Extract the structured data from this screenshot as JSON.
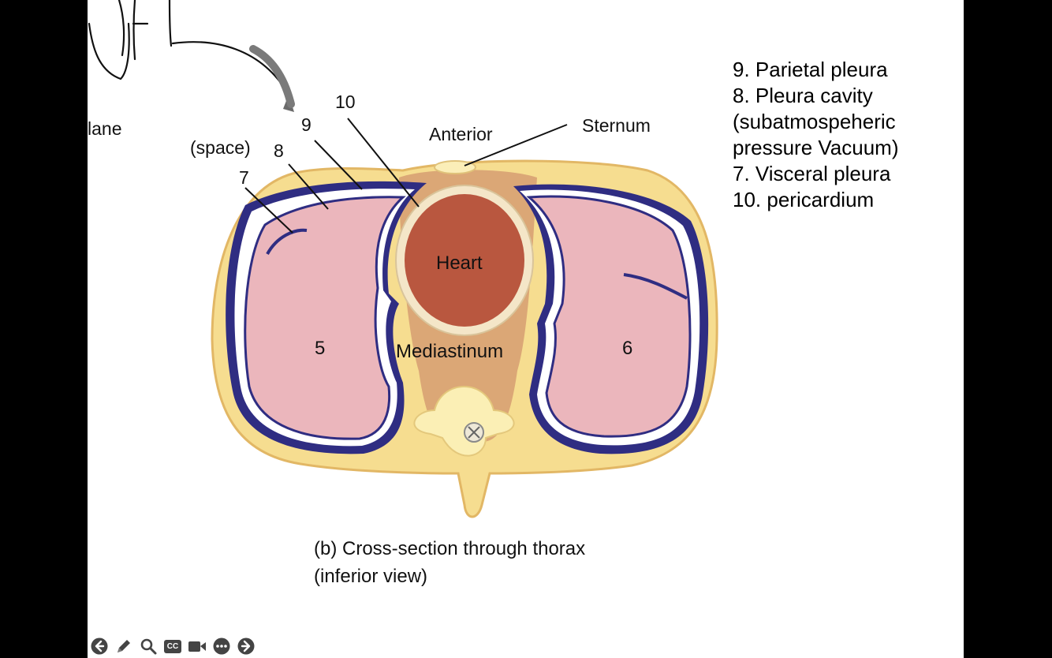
{
  "diagram": {
    "plane_label": "lane",
    "space_label": "(space)",
    "numbers": {
      "n10": "10",
      "n9": "9",
      "n8": "8",
      "n7": "7",
      "n5": "5",
      "n6": "6"
    },
    "anterior_label": "Anterior",
    "sternum_label": "Sternum",
    "heart_label": "Heart",
    "mediastinum_label": "Mediastinum",
    "caption_line1": "(b) Cross-section through thorax",
    "caption_line2": "(inferior view)"
  },
  "legend": {
    "items": [
      "9. Parietal pleura",
      "8. Pleura cavity",
      "(subatmospeheric",
      "pressure Vacuum)",
      "7. Visceral pleura",
      "10. pericardium"
    ]
  },
  "toolbar": {
    "buttons": [
      "previous-slide",
      "pen",
      "zoom",
      "captions",
      "video",
      "more",
      "next-slide"
    ],
    "captions_text": "CC"
  }
}
